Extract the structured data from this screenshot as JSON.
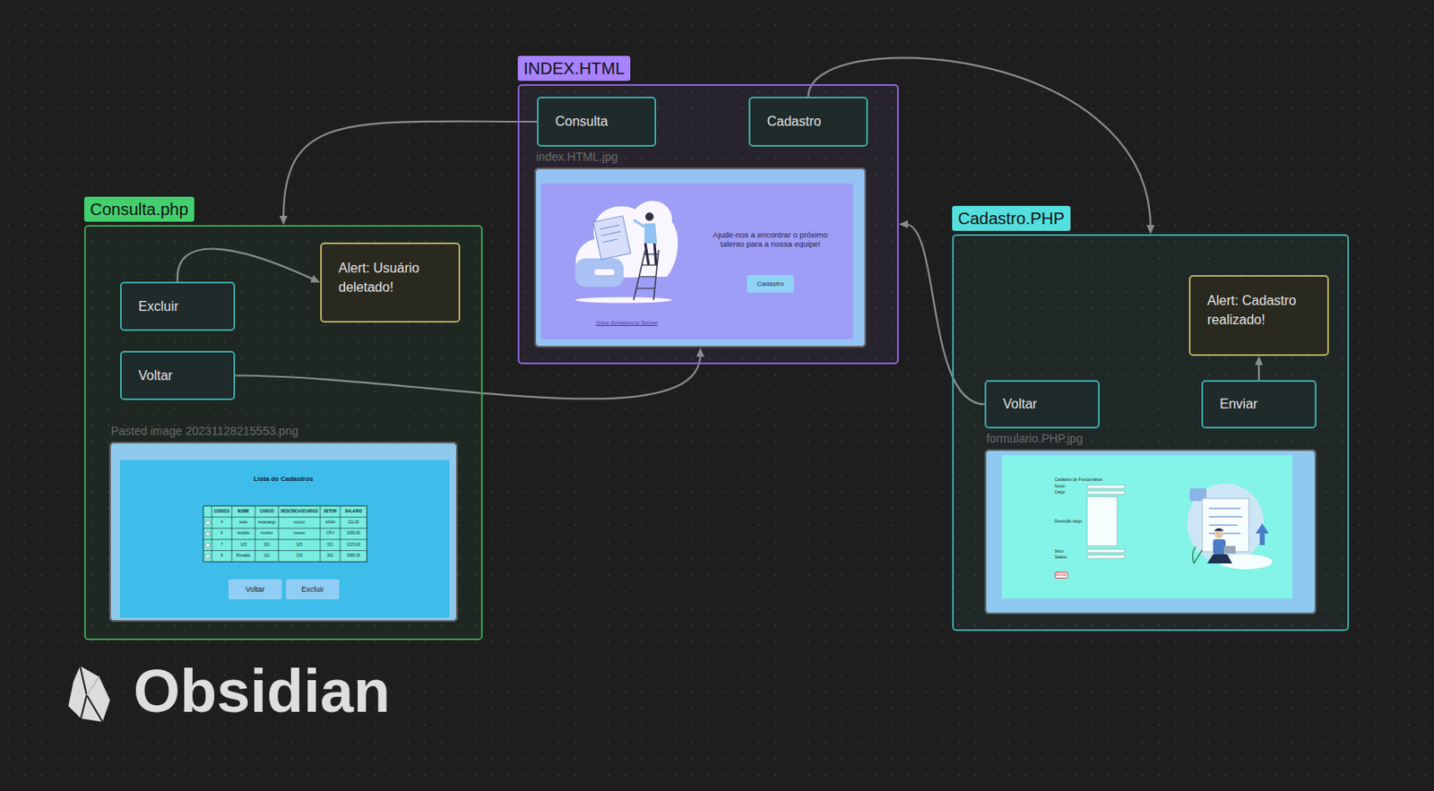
{
  "diagram": {
    "nodes": [
      {
        "text": [
          "INDEX.HTML"
        ]
      },
      {
        "text": [
          "Consulta"
        ],
        "in": 0
      },
      {
        "text": [
          "Cadastro"
        ],
        "in": 0
      },
      {
        "text": [
          "index.HTML.jpg",
          "Ajude-nos a encontrar o próximo talento para a nossa equipe!",
          "Online illustrations by Storyset"
        ],
        "in": 0
      },
      {
        "text": [
          "Cadastro"
        ],
        "in": 3
      },
      {
        "text": [
          "Consulta.php"
        ]
      },
      {
        "text": [
          "Excluir"
        ],
        "in": 5
      },
      {
        "text": [
          "Alert: Usuário deletado!"
        ],
        "in": 5
      },
      {
        "text": [
          "Voltar"
        ],
        "in": 5
      },
      {
        "text": [
          "Pasted image 20231128215553.png",
          "Lista de Cadastros"
        ],
        "in": 5
      },
      {
        "text": [
          "Voltar"
        ],
        "in": 9
      },
      {
        "text": [
          "Excluir"
        ],
        "in": 9
      },
      {
        "text": [
          "Cadastro.PHP"
        ]
      },
      {
        "text": [
          "Alert: Cadastro realizado!"
        ],
        "in": 12
      },
      {
        "text": [
          "Voltar"
        ],
        "in": 12
      },
      {
        "text": [
          "Enviar"
        ],
        "in": 12
      },
      {
        "text": [
          "formulario.PHP.jpg",
          "Cadastro de Funcionários",
          "Nome:",
          "Cargo:",
          "Descrição cargo:",
          "Setor:",
          "Salário:"
        ],
        "in": 12
      },
      {
        "text": [
          "Enviar"
        ],
        "in": 16
      }
    ],
    "edges": [
      {
        "from": 1,
        "to": 5,
        "arrow": "to"
      },
      {
        "from": 2,
        "to": 12,
        "arrow": "to"
      },
      {
        "from": 6,
        "to": 7,
        "arrow": "to"
      },
      {
        "from": 8,
        "to": 3,
        "arrow": "to"
      },
      {
        "from": 14,
        "to": 0,
        "arrow": "to"
      },
      {
        "from": 15,
        "to": 13,
        "arrow": "to"
      }
    ],
    "labels": [
      "Obsidian",
      "CODIGO",
      "NOME",
      "CARGO",
      "DESCRICAOCARGO",
      "SETOR",
      "SALARIO",
      "4",
      "teste",
      "testecargo",
      "cccccc",
      "AAAA",
      "111.00",
      "6",
      "teclado",
      "monitor",
      "mouse",
      "CPU",
      "1000.00",
      "7",
      "123",
      "321",
      "123",
      "321",
      "1223.00",
      "8",
      "Ronaldo",
      "111",
      "133",
      "331",
      "3385.00"
    ]
  }
}
